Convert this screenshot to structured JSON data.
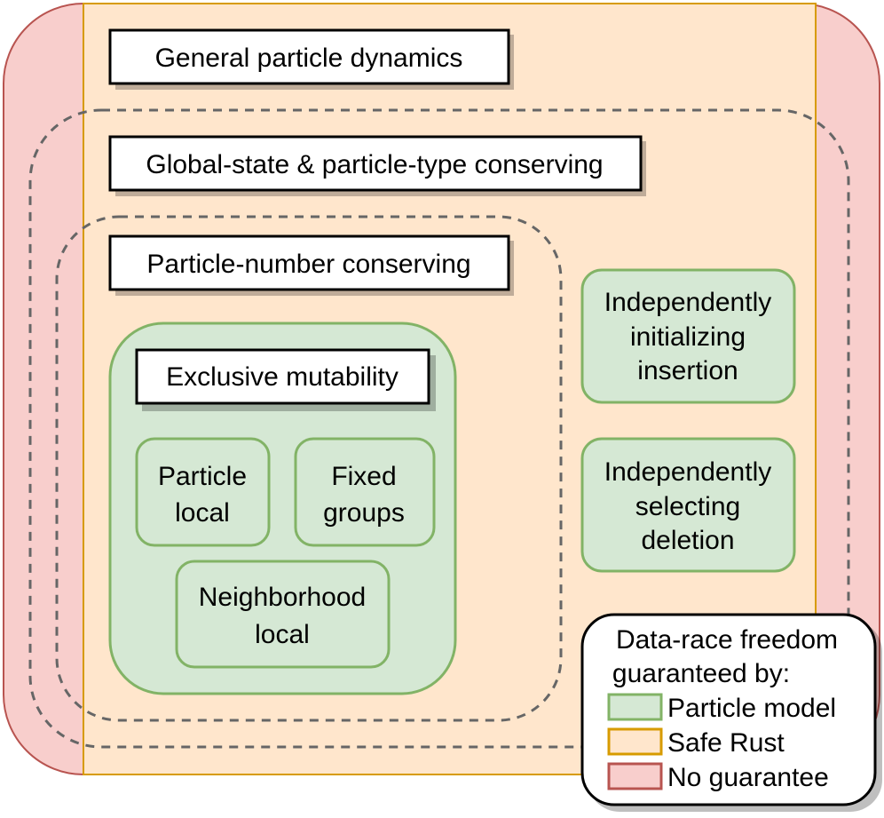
{
  "diagram": {
    "regions": {
      "no_guarantee": {
        "color_fill": "#f8cecc",
        "color_stroke": "#b85450"
      },
      "safe_rust": {
        "color_fill": "#ffe6cc",
        "color_stroke": "#d79b00"
      },
      "particle_model": {
        "color_fill": "#d5e8d4",
        "color_stroke": "#82b366"
      }
    },
    "labels": {
      "general": "General particle dynamics",
      "global_state": "Global-state & particle-type conserving",
      "particle_number": "Particle-number conserving",
      "exclusive": "Exclusive mutability"
    },
    "boxes": {
      "particle_local": [
        "Particle",
        "local"
      ],
      "fixed_groups": [
        "Fixed",
        "groups"
      ],
      "neighborhood_local": [
        "Neighborhood",
        "local"
      ],
      "insertion": [
        "Independently",
        "initializing",
        "insertion"
      ],
      "deletion": [
        "Independently",
        "selecting",
        "deletion"
      ]
    },
    "legend": {
      "title": [
        "Data-race freedom",
        "guaranteed by:"
      ],
      "items": [
        {
          "label": "Particle model",
          "fill": "#d5e8d4",
          "stroke": "#82b366"
        },
        {
          "label": "Safe Rust",
          "fill": "#ffe6cc",
          "stroke": "#d79b00"
        },
        {
          "label": "No guarantee",
          "fill": "#f8cecc",
          "stroke": "#b85450"
        }
      ]
    }
  }
}
